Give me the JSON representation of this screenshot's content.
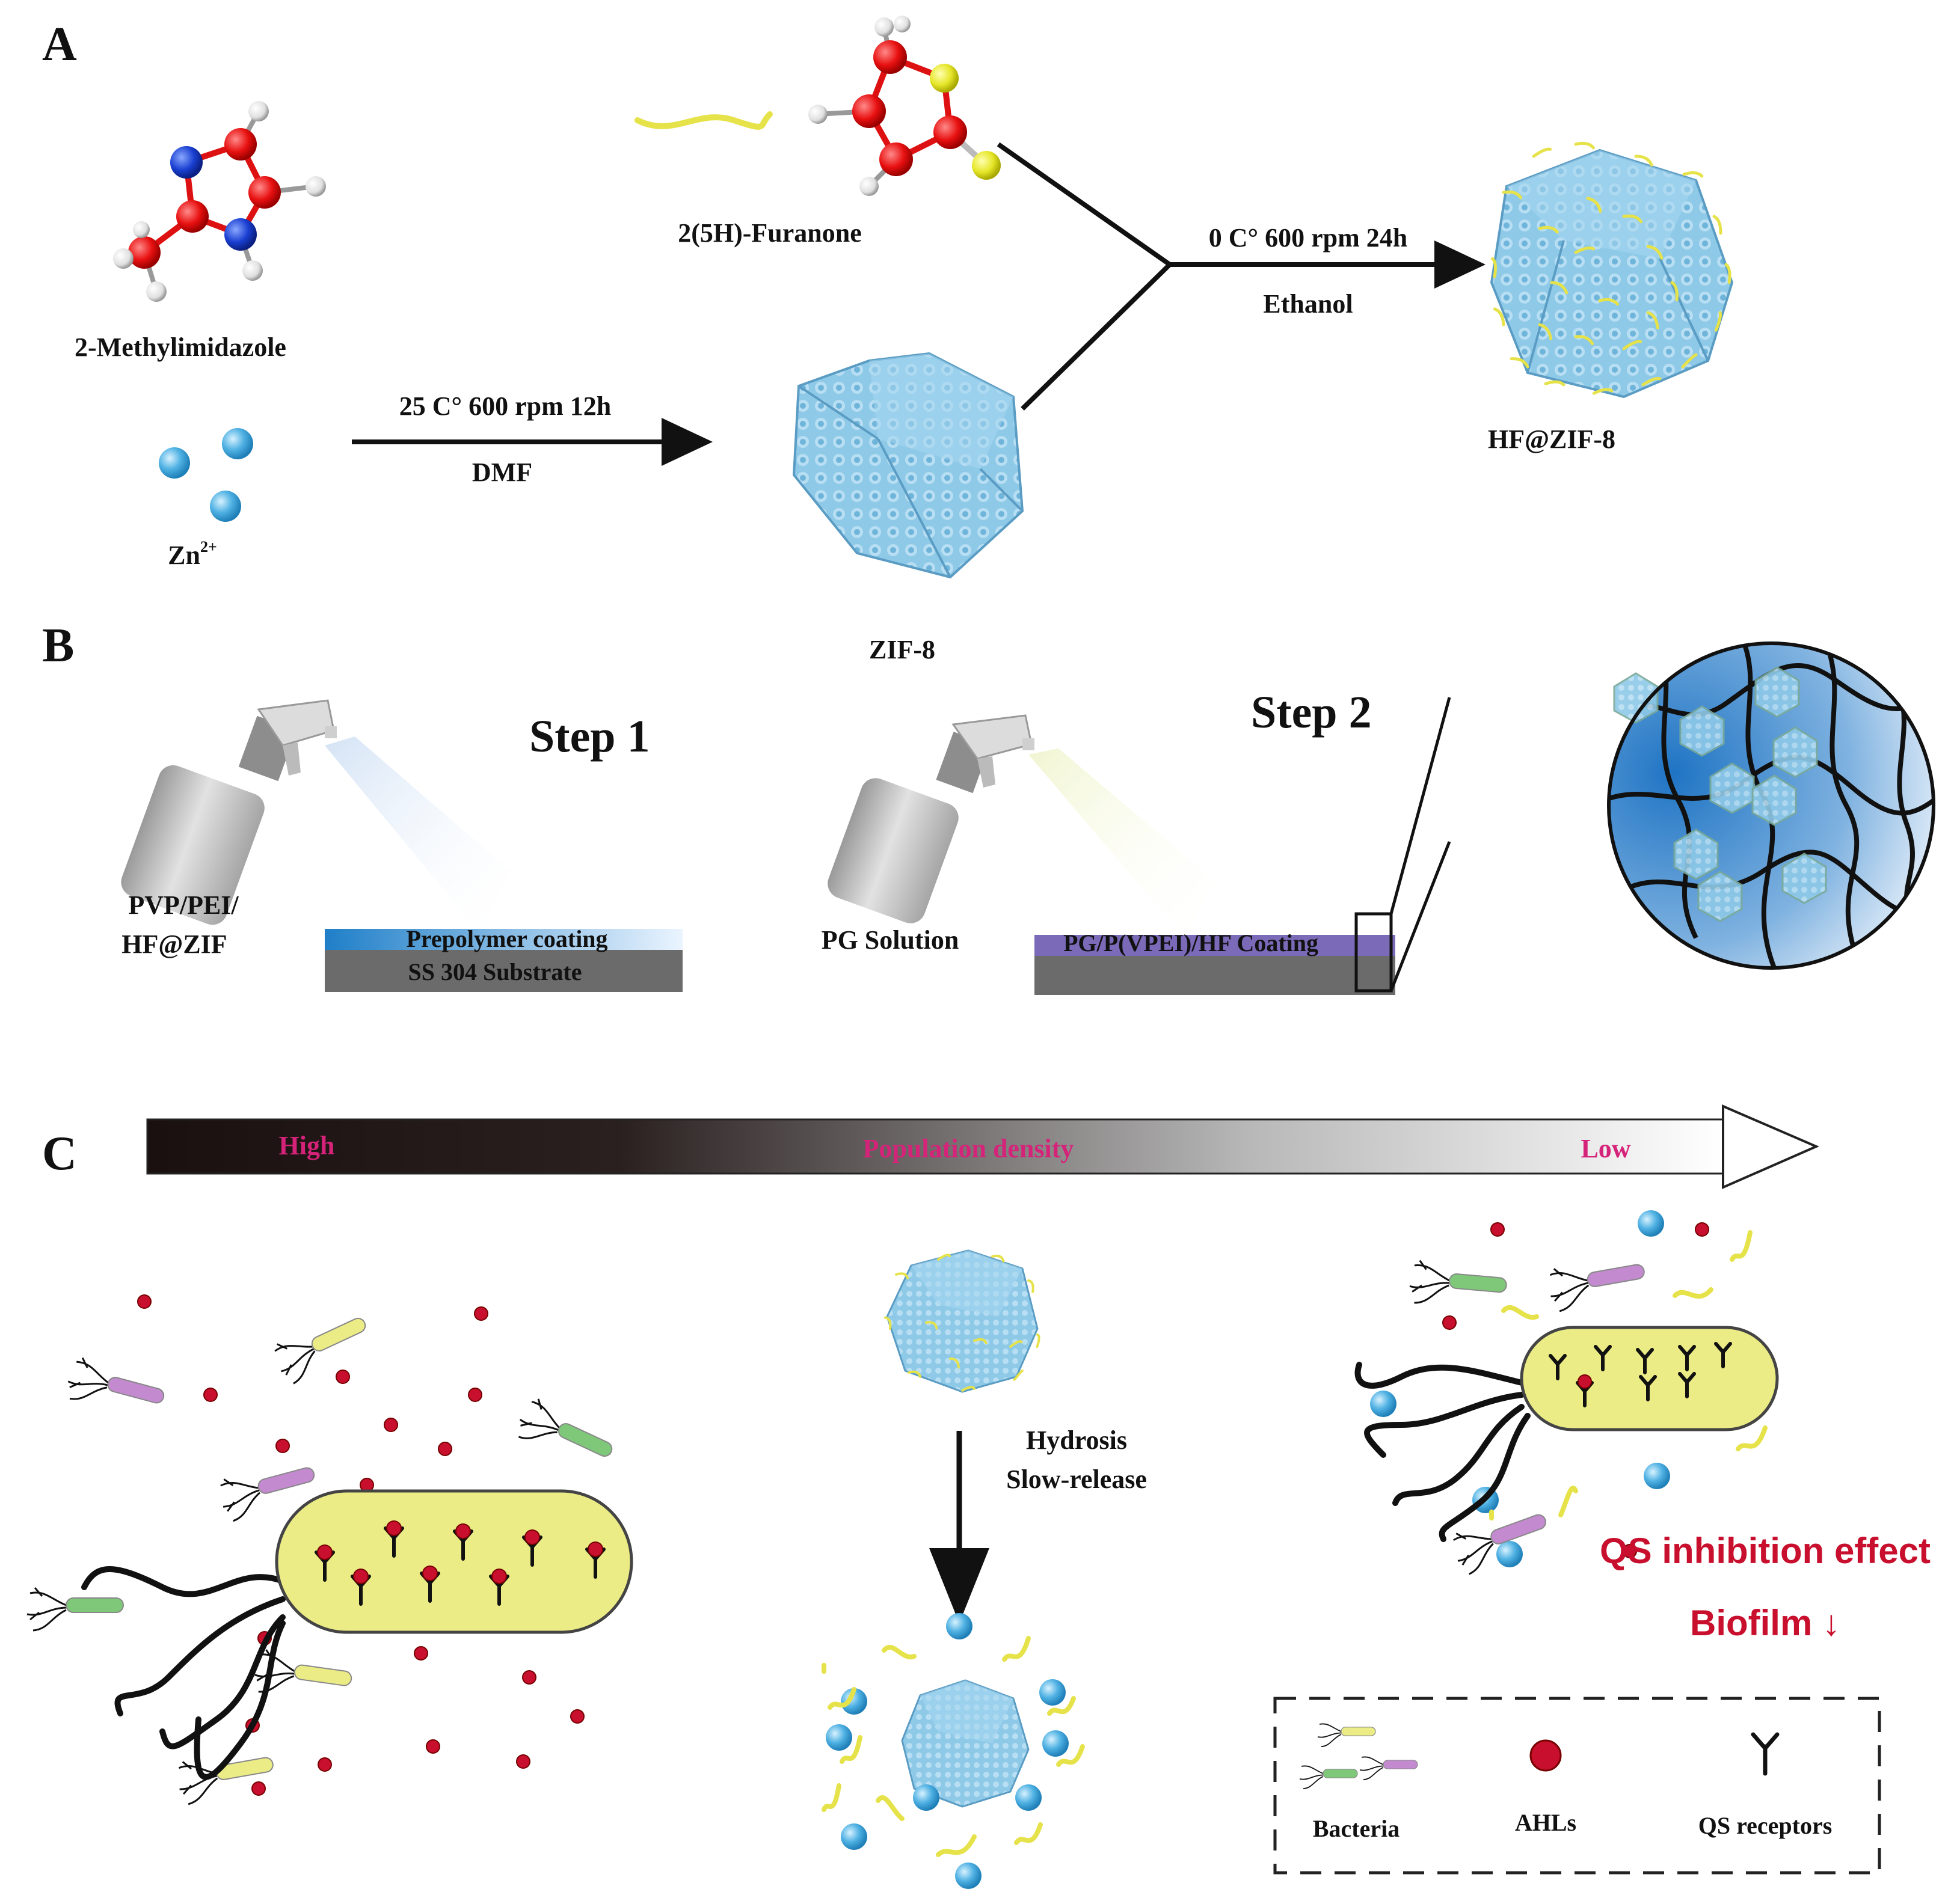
{
  "panels": {
    "a": "A",
    "b": "B",
    "c": "C"
  },
  "panelA": {
    "methylimidazole": "2-Methylimidazole",
    "zinc": "Zn",
    "zinc_sup": "2+",
    "step1_conditions": "25 C°   600 rpm   12h",
    "step1_solvent": "DMF",
    "zif8": "ZIF-8",
    "furanone": "2(5H)-Furanone",
    "step2_conditions": "0 C°   600 rpm  24h",
    "step2_solvent": "Ethanol",
    "product": "HF@ZIF-8"
  },
  "panelB": {
    "step1": "Step 1",
    "step2": "Step 2",
    "spray1_label_line1": "PVP/PEI/",
    "spray1_label_line2": "HF@ZIF",
    "prepolymer": "Prepolymer coating",
    "substrate": "SS 304 Substrate",
    "spray2_label": "PG Solution",
    "coating": "PG/P(VPEI)/HF Coating"
  },
  "panelC": {
    "arrow_high": "High",
    "arrow_mid": "Population density",
    "arrow_low": "Low",
    "release_line1": "Hydrosis",
    "release_line2": "Slow-release",
    "effect1": "QS inhibition effect",
    "effect2": "Biofilm ↓",
    "legend": {
      "bacteria": "Bacteria",
      "ahls": "AHLs",
      "receptors": "QS receptors"
    }
  },
  "colors": {
    "zif_blue": "#8ec9e8",
    "ahl_red": "#c8102e",
    "magenta_text": "#d6237a",
    "bacterium_yellow": "#ecec86",
    "bacteria_purple": "#c38ad0",
    "bacteria_green": "#7fc87a",
    "furanone_yellow": "#e6e24a"
  }
}
